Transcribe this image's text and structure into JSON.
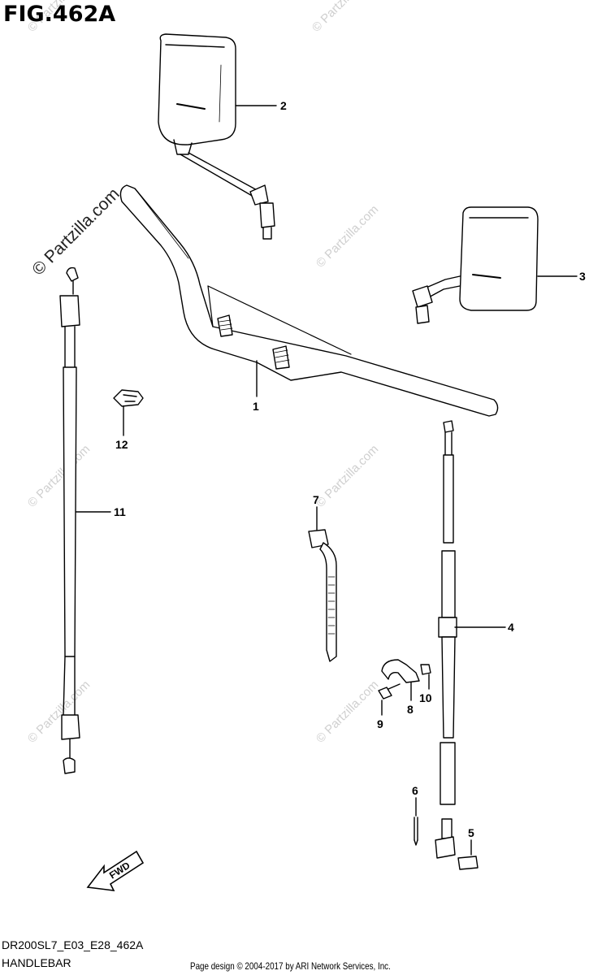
{
  "figure": {
    "title": "FIG.462A",
    "code": "DR200SL7_E03_E28_462A",
    "section": "HANDLEBAR",
    "footer": "Page design © 2004-2017 by ARI Network Services, Inc.",
    "watermark": "© Partzilla.com",
    "fwd_label": "FWD"
  },
  "callouts": [
    {
      "number": "1",
      "part": "handlebar"
    },
    {
      "number": "2",
      "part": "mirror-left"
    },
    {
      "number": "3",
      "part": "mirror-right"
    },
    {
      "number": "4",
      "part": "clutch-cable"
    },
    {
      "number": "5",
      "part": "cable-end-plug"
    },
    {
      "number": "6",
      "part": "cotter-pin"
    },
    {
      "number": "7",
      "part": "cable-tie"
    },
    {
      "number": "8",
      "part": "cable-clamp"
    },
    {
      "number": "9",
      "part": "bolt"
    },
    {
      "number": "10",
      "part": "nut"
    },
    {
      "number": "11",
      "part": "throttle-cable"
    },
    {
      "number": "12",
      "part": "cable-clip"
    }
  ],
  "colors": {
    "ink": "#000000",
    "watermark": "#cfcfcf",
    "background": "#ffffff"
  }
}
